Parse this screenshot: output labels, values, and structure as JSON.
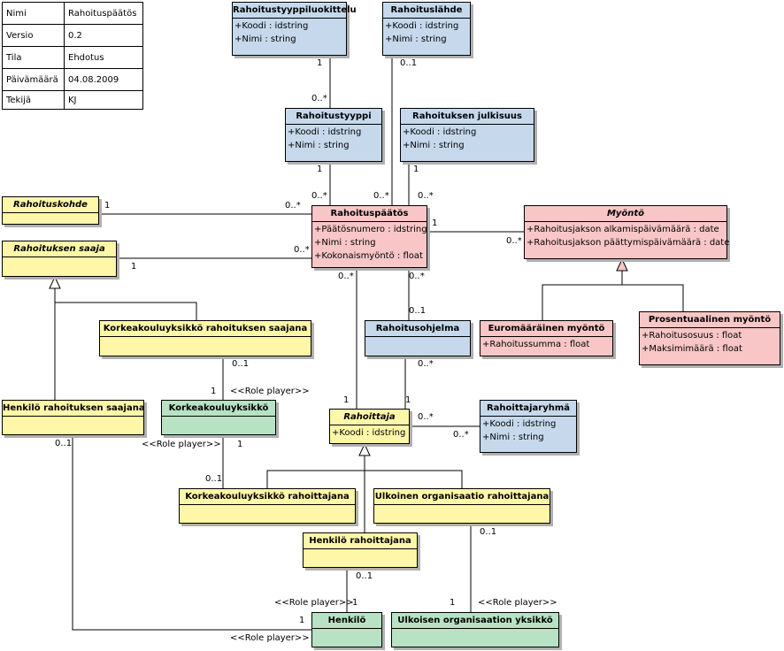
{
  "info": {
    "rows": [
      {
        "key": "Nimi",
        "value": "Rahoituspäätös"
      },
      {
        "key": "Versio",
        "value": "0.2"
      },
      {
        "key": "Tila",
        "value": "Ehdotus"
      },
      {
        "key": "Päivämäärä",
        "value": "04.08.2009"
      },
      {
        "key": "Tekijä",
        "value": "KJ"
      }
    ]
  },
  "classes": {
    "rahoitustyyppiluokittelu": {
      "name": "Rahoitustyyppiluokittelu",
      "attrs": [
        "+Koodi : idstring",
        "+Nimi : string"
      ]
    },
    "rahoituslahde": {
      "name": "Rahoituslähde",
      "attrs": [
        "+Koodi : idstring",
        "+Nimi : string"
      ]
    },
    "rahoitustyyppi": {
      "name": "Rahoitustyyppi",
      "attrs": [
        "+Koodi : idstring",
        "+Nimi : string"
      ]
    },
    "rahoituksen_julkisuus": {
      "name": "Rahoituksen julkisuus",
      "attrs": [
        "+Koodi : idstring",
        "+Nimi : string"
      ]
    },
    "rahoituskohde": {
      "name": "Rahoituskohde"
    },
    "rahoituksen_saaja": {
      "name": "Rahoituksen saaja"
    },
    "rahoituspaatos": {
      "name": "Rahoituspäätös",
      "attrs": [
        "+Päätösnumero : idstring",
        "+Nimi : string",
        "+Kokonaismyöntö : float"
      ]
    },
    "myonto": {
      "name": "Myöntö",
      "attrs": [
        "+Rahoitusjakson alkamispäivämäärä : date",
        "+Rahoitusjakson päättymispäivämäärä : date"
      ]
    },
    "euromaarainen_myonto": {
      "name": "Euromääräinen myöntö",
      "attrs": [
        "+Rahoitussumma : float"
      ]
    },
    "prosentuaalinen_myonto": {
      "name": "Prosentuaalinen myöntö",
      "attrs": [
        "+Rahoitusosuus : float",
        "+Maksimimäärä : float"
      ]
    },
    "korkeakouluyksikko_saajana": {
      "name": "Korkeakouluyksikkö rahoituksen saajana"
    },
    "rahoitusohjelma": {
      "name": "Rahoitusohjelma"
    },
    "henkilo_saajana": {
      "name": "Henkilö rahoituksen saajana"
    },
    "korkeakouluyksikko": {
      "name": "Korkeakouluyksikkö"
    },
    "rahoittaja": {
      "name": "Rahoittaja",
      "attrs": [
        "+Koodi : idstring"
      ]
    },
    "rahoittajaryhma": {
      "name": "Rahoittajaryhmä",
      "attrs": [
        "+Koodi : idstring",
        "+Nimi : string"
      ]
    },
    "korkeakouluyksikko_rahoittajana": {
      "name": "Korkeakouluyksikkö rahoittajana"
    },
    "ulkoinen_organisaatio_rahoittajana": {
      "name": "Ulkoinen organisaatio rahoittajana"
    },
    "henkilo_rahoittajana": {
      "name": "Henkilö rahoittajana"
    },
    "henkilo": {
      "name": "Henkilö"
    },
    "ulkoisen_organisaation_yksikko": {
      "name": "Ulkoisen organisaation yksikkö"
    }
  },
  "labels": {
    "m1": "1",
    "m0x": "0..*",
    "m01": "0..1",
    "role": "<<Role player>>"
  },
  "colors": {
    "blue": "#c6d9ec",
    "yellow": "#fff7a8",
    "pink": "#f8c6c6",
    "green": "#b8e2c4"
  }
}
